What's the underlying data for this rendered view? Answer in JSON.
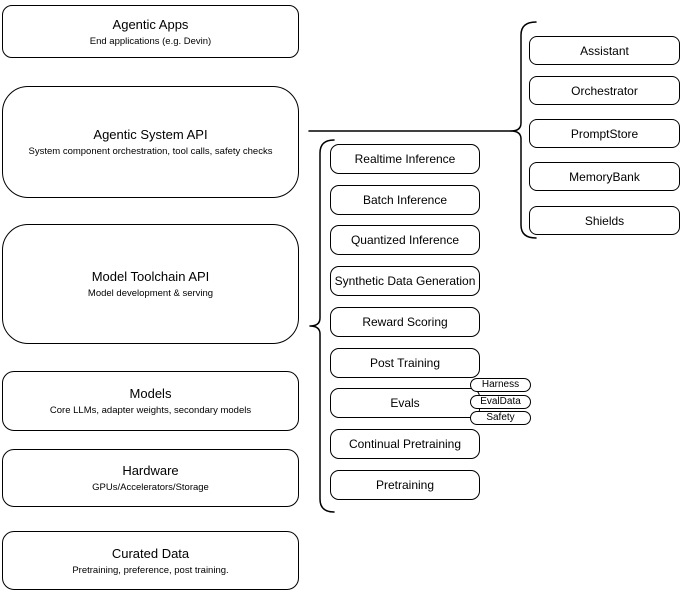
{
  "diagram": {
    "stack": [
      {
        "title": "Agentic Apps",
        "subtitle": "End applications (e.g. Devin)"
      },
      {
        "title": "Agentic System API",
        "subtitle": "System component orchestration, tool calls, safety checks"
      },
      {
        "title": "Model Toolchain API",
        "subtitle": "Model development & serving"
      },
      {
        "title": "Models",
        "subtitle": "Core LLMs, adapter weights, secondary models"
      },
      {
        "title": "Hardware",
        "subtitle": "GPUs/Accelerators/Storage"
      },
      {
        "title": "Curated Data",
        "subtitle": "Pretraining, preference, post training."
      }
    ],
    "toolchain": [
      "Realtime Inference",
      "Batch Inference",
      "Quantized Inference",
      "Synthetic Data Generation",
      "Reward Scoring",
      "Post Training",
      "Evals",
      "Continual Pretraining",
      "Pretraining"
    ],
    "eval_tags": [
      "Harness",
      "EvalData",
      "Safety"
    ],
    "components": [
      "Assistant",
      "Orchestrator",
      "PromptStore",
      "MemoryBank",
      "Shields"
    ],
    "colors": {
      "stroke": "#000000",
      "fill": "#ffffff",
      "background": "#ffffff"
    }
  }
}
